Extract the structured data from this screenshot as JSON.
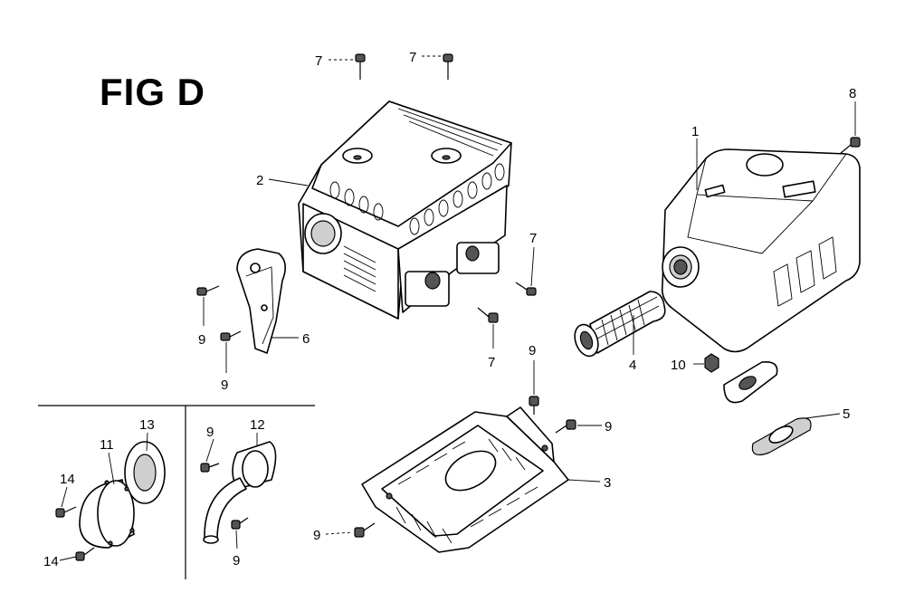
{
  "figure": {
    "title": "FIG D"
  },
  "labels": {
    "l7a": "7",
    "l7b": "7",
    "l8": "8",
    "l1": "1",
    "l2": "2",
    "l7c": "7",
    "l7d": "7",
    "l9a": "9",
    "l9b": "9",
    "l6": "6",
    "l4": "4",
    "l10": "10",
    "l5": "5",
    "l9c": "9",
    "l9d": "9",
    "l3": "3",
    "l9e": "9",
    "l11": "11",
    "l13": "13",
    "l14a": "14",
    "l14b": "14",
    "l9f": "9",
    "l12": "12",
    "l9g": "9"
  }
}
